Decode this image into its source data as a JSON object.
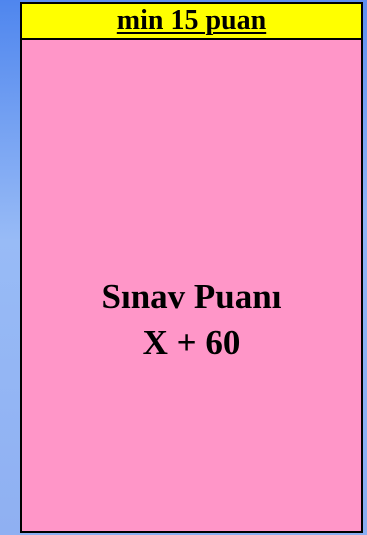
{
  "header": {
    "label": "min 15 puan",
    "background_color": "#ffff00"
  },
  "card": {
    "title": "Sınav Puanı",
    "formula": "X + 60",
    "background_color": "#ff96c8"
  },
  "background": {
    "color": "#8aaef2"
  }
}
